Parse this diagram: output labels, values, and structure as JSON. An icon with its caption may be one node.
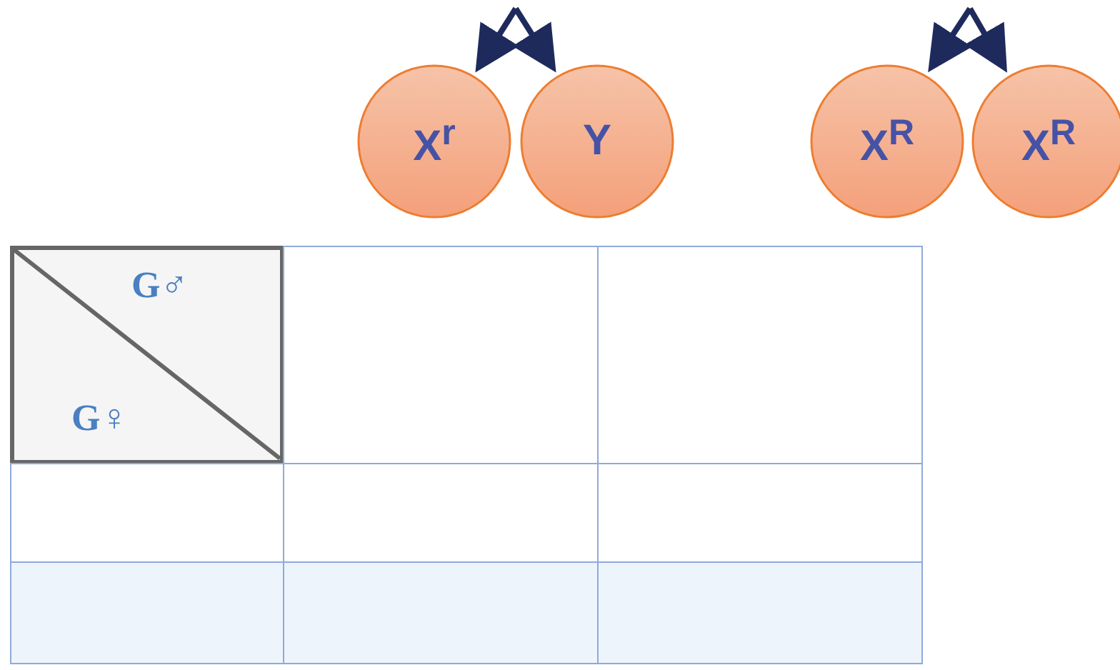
{
  "diagram": {
    "nodes": [
      {
        "text": [
          "X$^{r}$"
        ]
      },
      {
        "text": [
          "Y"
        ]
      },
      {
        "text": [
          "X$^{R}$"
        ]
      },
      {
        "text": [
          "X$^{R}$"
        ]
      }
    ],
    "edges": [
      {
        "from": null,
        "to": 0,
        "arrow": "to"
      },
      {
        "from": null,
        "to": 1,
        "arrow": "to"
      },
      {
        "from": null,
        "to": 2,
        "arrow": "to"
      },
      {
        "from": null,
        "to": 3,
        "arrow": "to"
      }
    ],
    "labels": [
      "G♂",
      "G♀"
    ]
  }
}
